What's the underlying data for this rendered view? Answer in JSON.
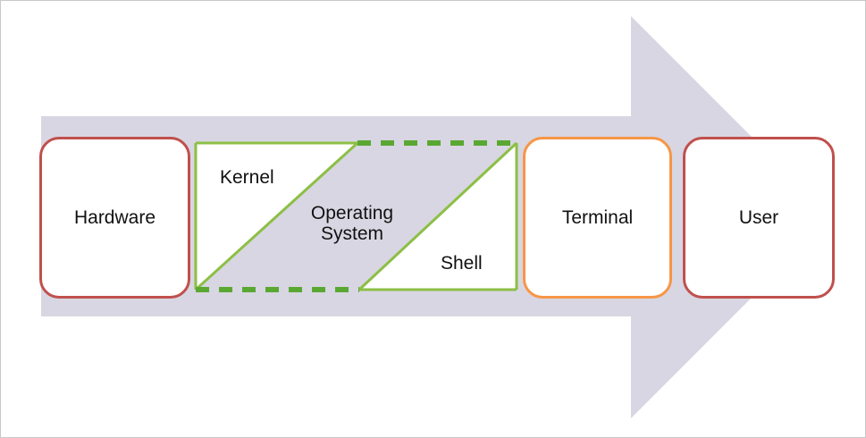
{
  "diagram": {
    "flow_direction": "left-to-right",
    "nodes": [
      {
        "id": "hardware",
        "label": "Hardware",
        "border_color": "#c0504d"
      },
      {
        "id": "operating-system",
        "label": "Operating System",
        "border_color": "#8cbf45",
        "parts": [
          {
            "id": "kernel",
            "label": "Kernel"
          },
          {
            "id": "shell",
            "label": "Shell"
          }
        ]
      },
      {
        "id": "terminal",
        "label": "Terminal",
        "border_color": "#f79646"
      },
      {
        "id": "user",
        "label": "User",
        "border_color": "#c0504d"
      }
    ],
    "arrow_color": "#d8d6e2",
    "dashed_edge_color": "#5aa832"
  }
}
